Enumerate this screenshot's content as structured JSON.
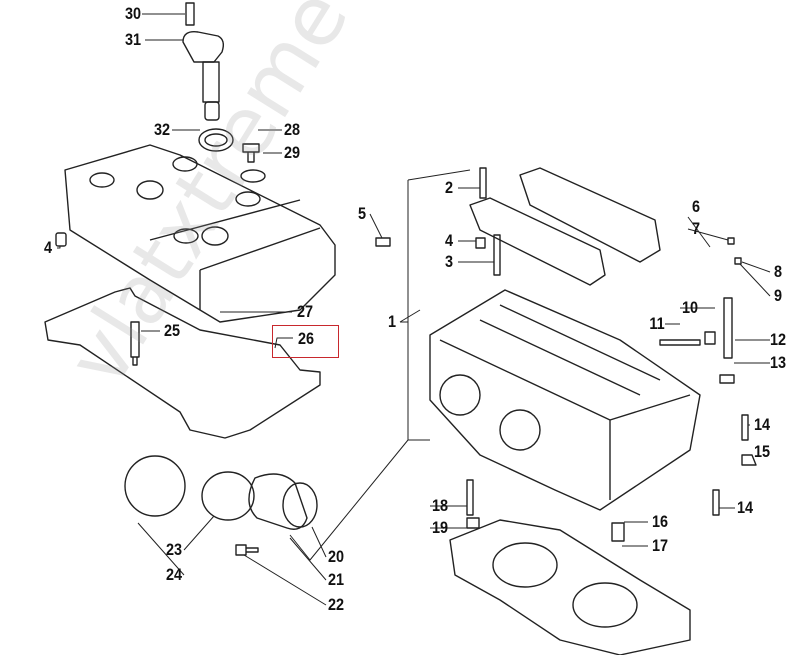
{
  "diagram": {
    "title": "Cylinder head and valve cover exploded parts diagram",
    "highlighted_callout": "26",
    "highlight_color": "#c8282d",
    "watermark": "vlatxtreme-line.ru",
    "callouts": [
      {
        "id": "c30",
        "label": "30"
      },
      {
        "id": "c31",
        "label": "31"
      },
      {
        "id": "c32",
        "label": "32"
      },
      {
        "id": "c28",
        "label": "28"
      },
      {
        "id": "c29",
        "label": "29"
      },
      {
        "id": "c4a",
        "label": "4"
      },
      {
        "id": "c27",
        "label": "27"
      },
      {
        "id": "c26",
        "label": "26"
      },
      {
        "id": "c25",
        "label": "25"
      },
      {
        "id": "c5",
        "label": "5"
      },
      {
        "id": "c2",
        "label": "2"
      },
      {
        "id": "c4b",
        "label": "4"
      },
      {
        "id": "c3",
        "label": "3"
      },
      {
        "id": "c1",
        "label": "1"
      },
      {
        "id": "c6",
        "label": "6"
      },
      {
        "id": "c7",
        "label": "7"
      },
      {
        "id": "c8",
        "label": "8"
      },
      {
        "id": "c9",
        "label": "9"
      },
      {
        "id": "c10",
        "label": "10"
      },
      {
        "id": "c11",
        "label": "11"
      },
      {
        "id": "c12",
        "label": "12"
      },
      {
        "id": "c13",
        "label": "13"
      },
      {
        "id": "c14a",
        "label": "14"
      },
      {
        "id": "c15",
        "label": "15"
      },
      {
        "id": "c14b",
        "label": "14"
      },
      {
        "id": "c16",
        "label": "16"
      },
      {
        "id": "c17",
        "label": "17"
      },
      {
        "id": "c18",
        "label": "18"
      },
      {
        "id": "c19",
        "label": "19"
      },
      {
        "id": "c20",
        "label": "20"
      },
      {
        "id": "c21",
        "label": "21"
      },
      {
        "id": "c22",
        "label": "22"
      },
      {
        "id": "c23",
        "label": "23"
      },
      {
        "id": "c24",
        "label": "24"
      }
    ]
  }
}
